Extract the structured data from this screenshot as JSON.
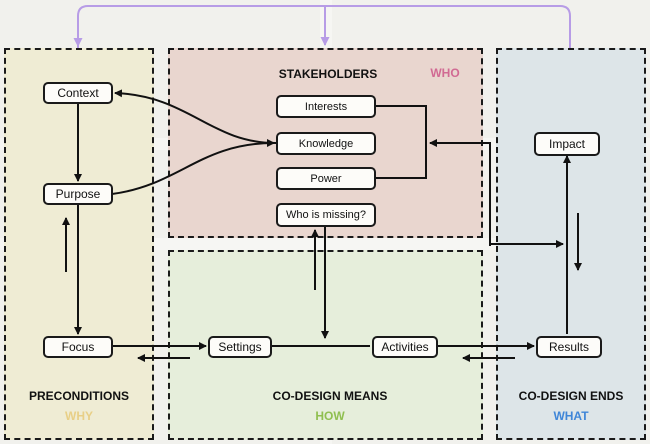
{
  "regions": {
    "preconditions": {
      "title": "PRECONDITIONS",
      "subtitle": "WHY",
      "subtitle_color": "#e8cf86",
      "fill": "#efecd4"
    },
    "stakeholders": {
      "title": "STAKEHOLDERS",
      "subtitle": "WHO",
      "subtitle_color": "#d16a93",
      "fill": "#e9d6cf"
    },
    "means": {
      "title": "CO-DESIGN MEANS",
      "subtitle": "HOW",
      "subtitle_color": "#8fbf4f",
      "fill": "#e6eedb"
    },
    "ends": {
      "title": "CO-DESIGN ENDS",
      "subtitle": "WHAT",
      "subtitle_color": "#3f86d8",
      "fill": "#dde5e8"
    }
  },
  "nodes": {
    "context": "Context",
    "purpose": "Purpose",
    "focus": "Focus",
    "interests": "Interests",
    "knowledge": "Knowledge",
    "power": "Power",
    "who_missing": "Who is missing?",
    "settings": "Settings",
    "activities": "Activities",
    "impact": "Impact",
    "results": "Results"
  },
  "colors": {
    "arrow": "#111111",
    "feedback_loop": "#b79ce6",
    "border": "#1a1a1a"
  }
}
